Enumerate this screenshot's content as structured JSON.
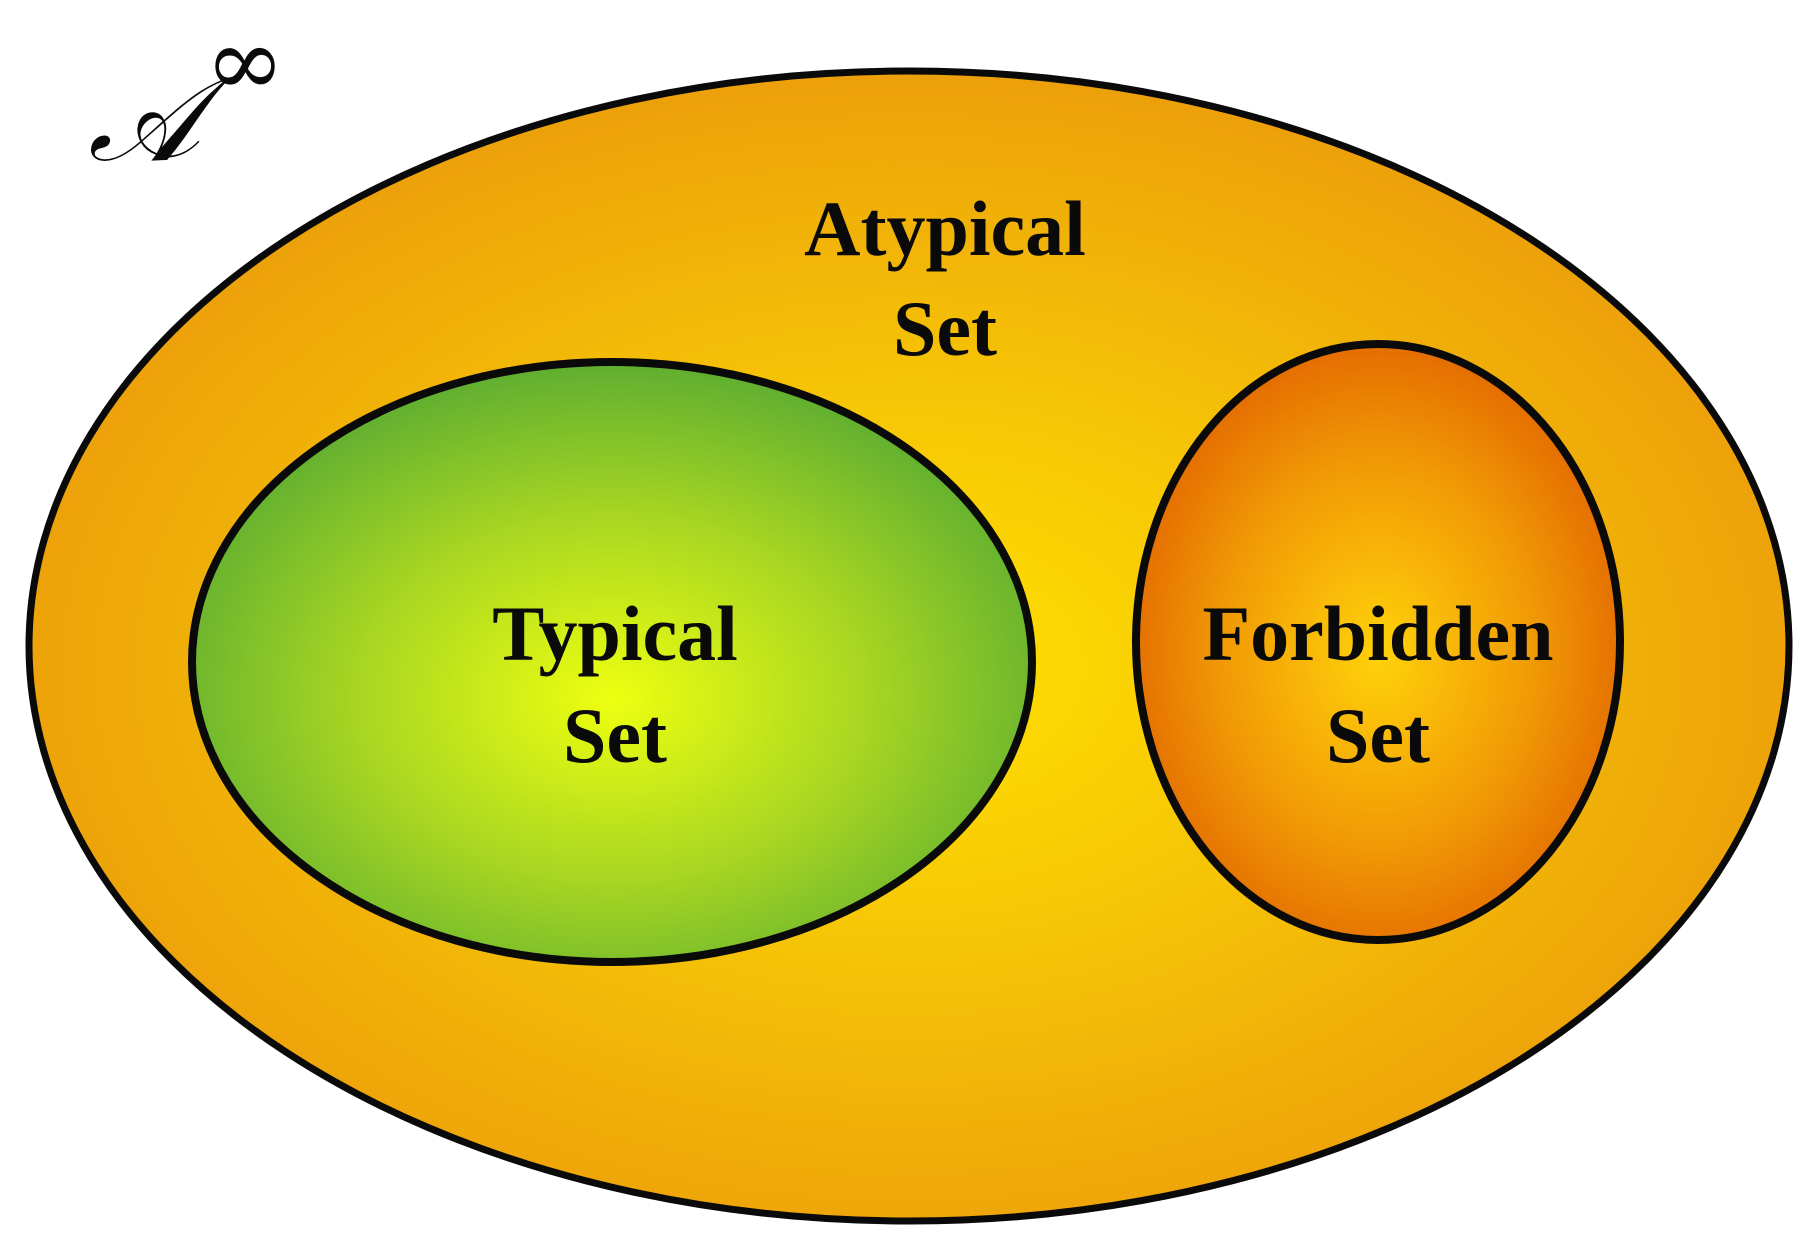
{
  "universe": {
    "symbol": "𝒜",
    "superscript": "∞"
  },
  "sets": {
    "atypical": {
      "line1": "Atypical",
      "line2": "Set",
      "color_center": "#ffe100",
      "color_edge": "#eb9c0a"
    },
    "typical": {
      "line1": "Typical",
      "line2": "Set",
      "color_center": "#eeff10",
      "color_edge": "#62b030"
    },
    "forbidden": {
      "line1": "Forbidden",
      "line2": "Set",
      "color_center": "#ffd20a",
      "color_edge": "#e06000"
    }
  },
  "outline_color": "#0a0a0a"
}
